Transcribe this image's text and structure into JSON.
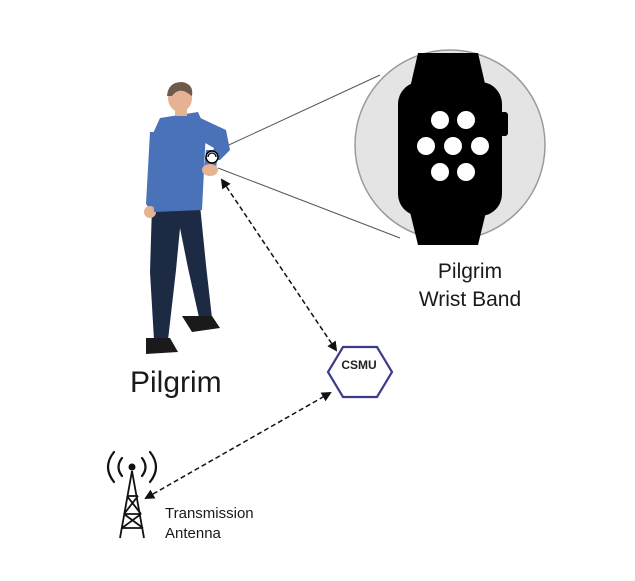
{
  "labels": {
    "pilgrim": "Pilgrim",
    "wristband_line1": "Pilgrim",
    "wristband_line2": "Wrist Band",
    "csmu": "CSMU",
    "antenna_line1": "Transmission",
    "antenna_line2": "Antenna"
  },
  "colors": {
    "shirt": "#4a72b8",
    "trousers": "#1c2a44",
    "skin": "#e5b393",
    "hair": "#6e5a4a",
    "csmu_outline": "#3b3a8c",
    "zoom_circle_fill": "#e4e4e4",
    "watch": "#000000"
  },
  "icons": {
    "person": "person-figure",
    "watch": "smartwatch-icon",
    "hub": "hexagon-icon",
    "antenna": "radio-tower-icon"
  }
}
